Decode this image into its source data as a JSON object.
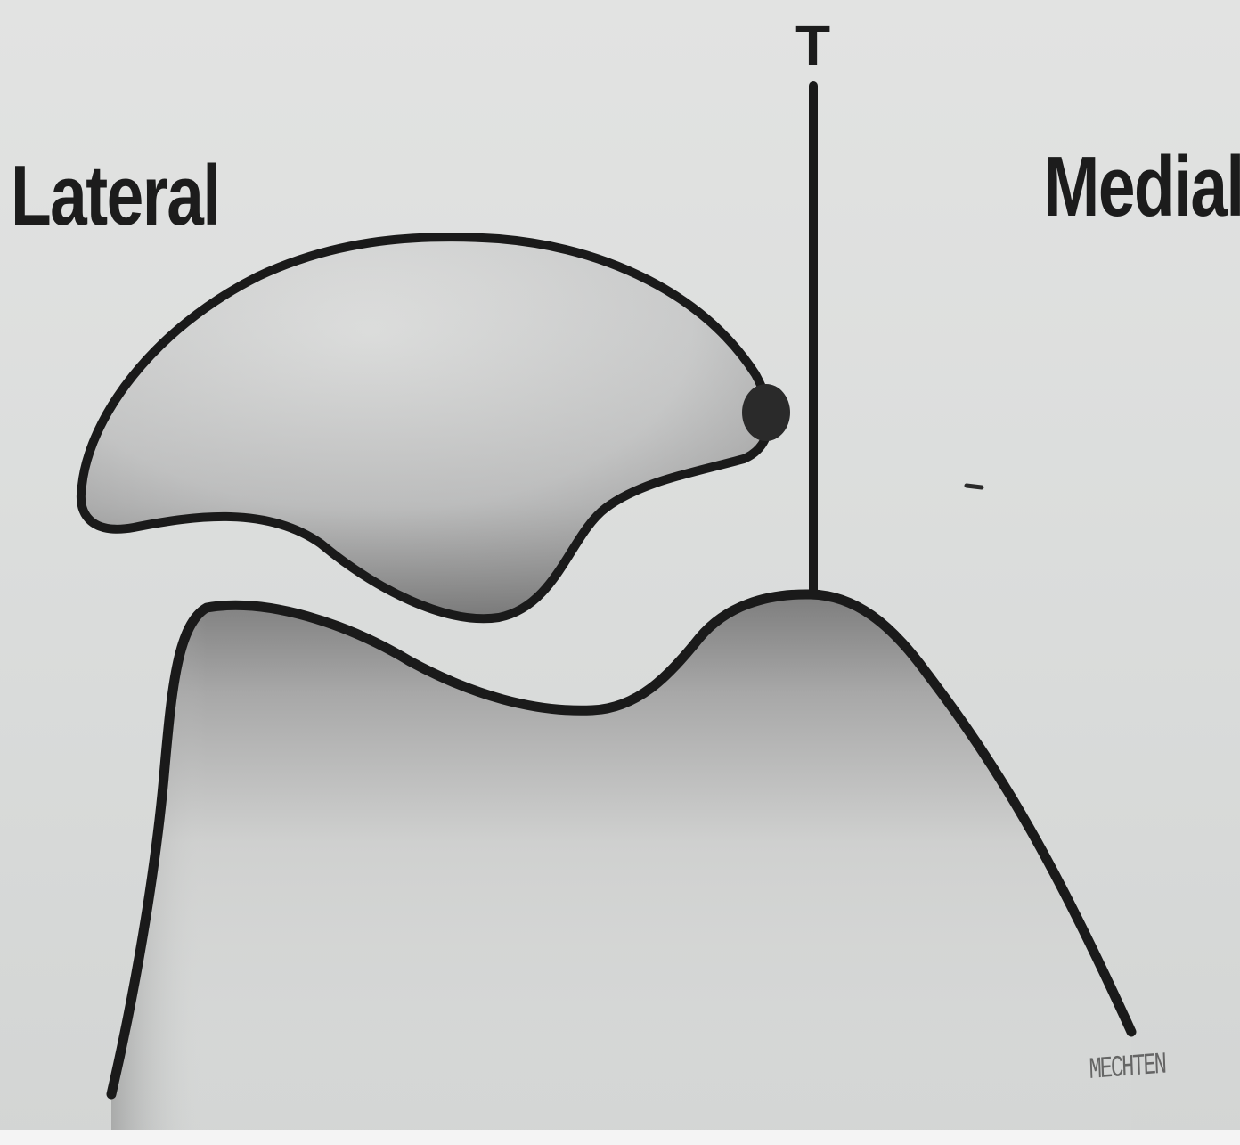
{
  "labels": {
    "lateral": "Lateral",
    "medial": "Medial",
    "marker": "T"
  },
  "signature": "MECHTEN",
  "colors": {
    "background": "#dadcdb",
    "outline": "#1a1a1a",
    "fill_light": "#d6d7d6",
    "fill_dark": "#8e8e8e"
  }
}
